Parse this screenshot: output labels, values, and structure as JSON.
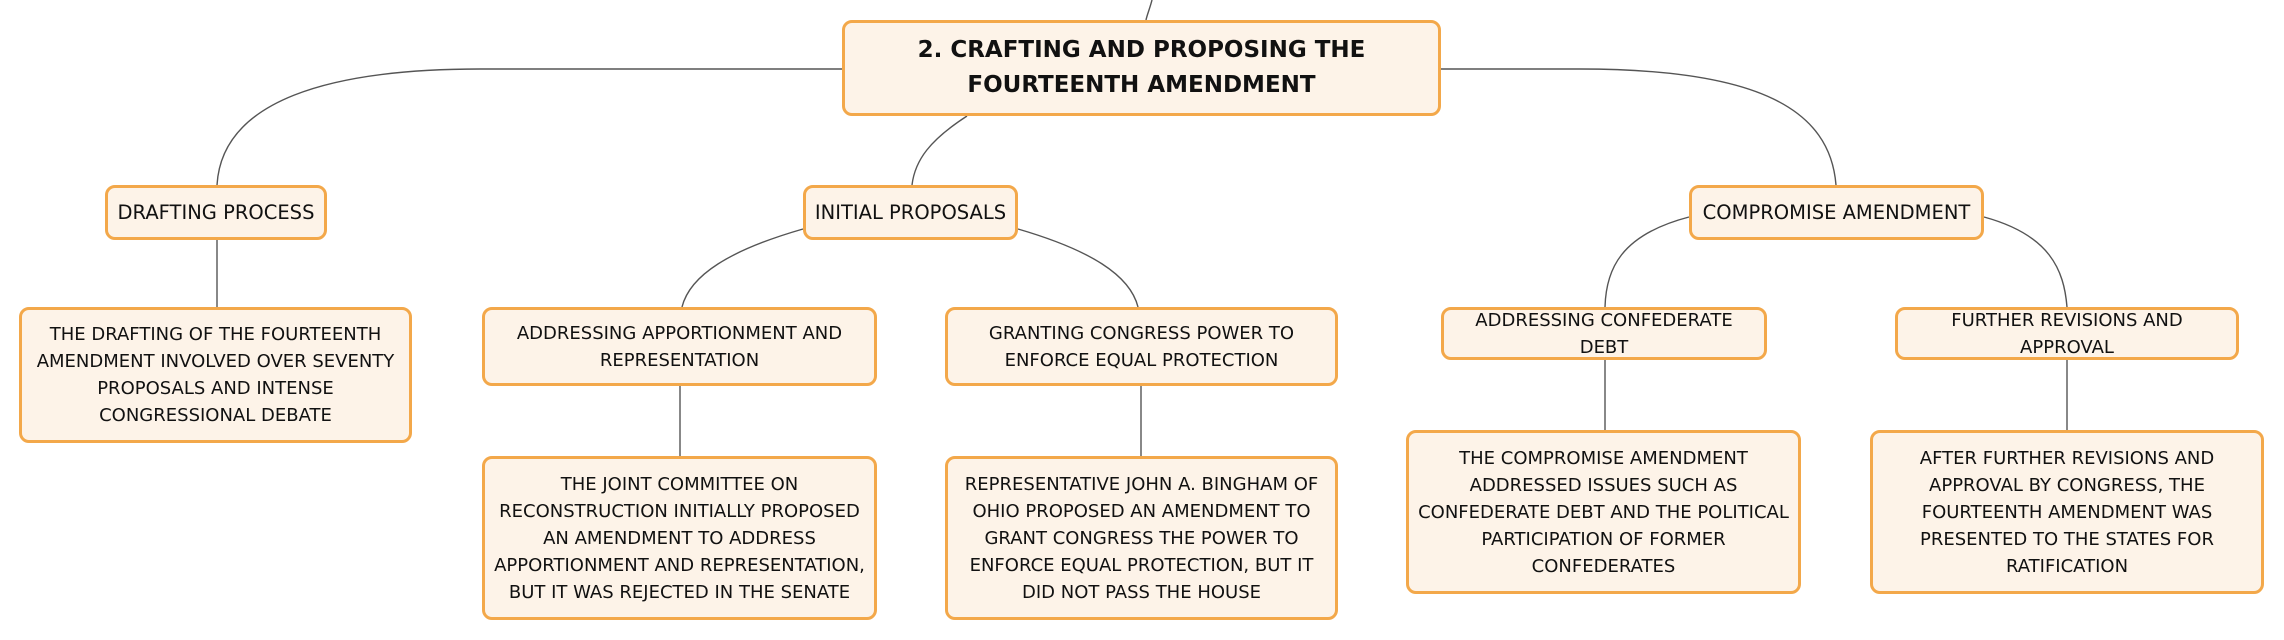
{
  "diagram": {
    "root": {
      "label": "2. CRAFTING AND PROPOSING THE FOURTEENTH AMENDMENT"
    },
    "branches": [
      {
        "label": "DRAFTING PROCESS",
        "children": [
          {
            "label": "THE DRAFTING OF THE FOURTEENTH AMENDMENT INVOLVED OVER SEVENTY PROPOSALS AND INTENSE CONGRESSIONAL DEBATE"
          }
        ]
      },
      {
        "label": "INITIAL PROPOSALS",
        "children": [
          {
            "label": "ADDRESSING APPORTIONMENT AND REPRESENTATION",
            "detail": "THE JOINT COMMITTEE ON RECONSTRUCTION INITIALLY PROPOSED AN AMENDMENT TO ADDRESS APPORTIONMENT AND REPRESENTATION, BUT IT WAS REJECTED IN THE SENATE"
          },
          {
            "label": "GRANTING CONGRESS POWER TO ENFORCE EQUAL PROTECTION",
            "detail": "REPRESENTATIVE JOHN A. BINGHAM OF OHIO PROPOSED AN AMENDMENT TO GRANT CONGRESS THE POWER TO ENFORCE EQUAL PROTECTION, BUT IT DID NOT PASS THE HOUSE"
          }
        ]
      },
      {
        "label": "COMPROMISE AMENDMENT",
        "children": [
          {
            "label": "ADDRESSING CONFEDERATE DEBT",
            "detail": "THE COMPROMISE AMENDMENT ADDRESSED ISSUES SUCH AS CONFEDERATE DEBT AND THE POLITICAL PARTICIPATION OF FORMER CONFEDERATES"
          },
          {
            "label": "FURTHER REVISIONS AND APPROVAL",
            "detail": "AFTER FURTHER REVISIONS AND APPROVAL BY CONGRESS, THE FOURTEENTH AMENDMENT WAS PRESENTED TO THE STATES FOR RATIFICATION"
          }
        ]
      }
    ],
    "colors": {
      "node_fill": "#fdf3e8",
      "node_border": "#f3a84a",
      "connector": "#555555",
      "text": "#111111"
    }
  }
}
